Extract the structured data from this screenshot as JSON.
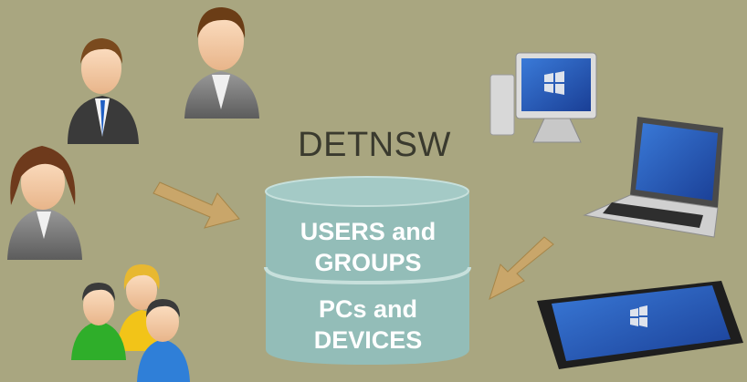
{
  "diagram": {
    "title": "DETNSW",
    "database": {
      "top_section": {
        "line1": "USERS and",
        "line2": "GROUPS"
      },
      "bottom_section": {
        "line1": "PCs and",
        "line2": "DEVICES"
      }
    },
    "icons": {
      "left": [
        "businessman-icon",
        "man-icon",
        "woman-icon",
        "group-icon"
      ],
      "right": [
        "desktop-pc-icon",
        "laptop-icon",
        "tablet-icon"
      ]
    }
  },
  "colors": {
    "background": "#a9a680",
    "database": "#93bdb8",
    "arrow": "#c9a66a"
  }
}
